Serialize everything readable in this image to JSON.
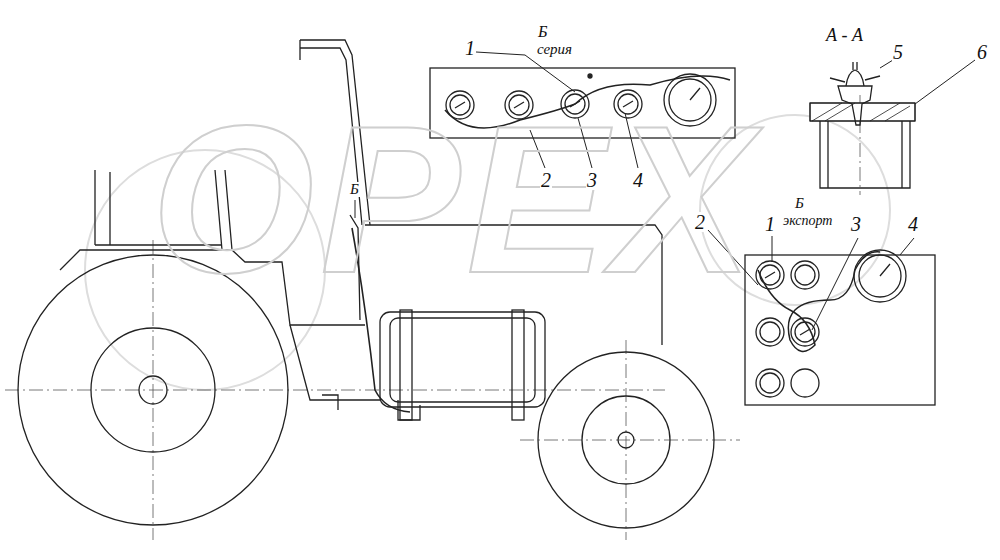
{
  "diagram": {
    "labels": [
      "OPEX",
      "Б",
      "серия",
      "1",
      "А - А",
      "5",
      "6",
      "Б",
      "2",
      "3",
      "4",
      "2",
      "1",
      "Б",
      "экспорт",
      "3",
      "4"
    ]
  }
}
